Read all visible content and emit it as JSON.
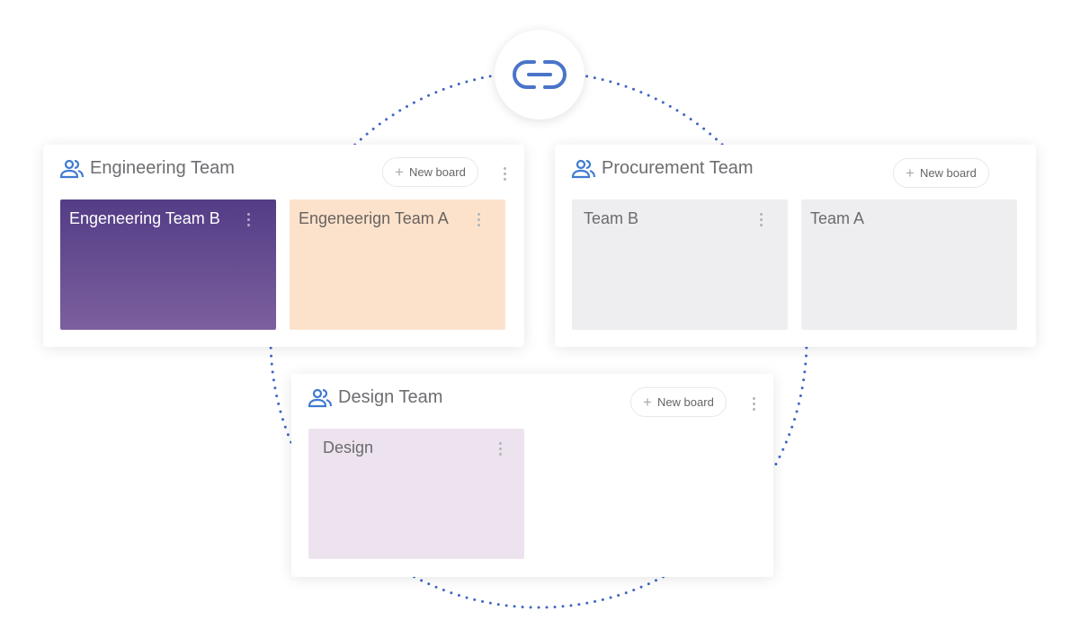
{
  "hub": {
    "icon": "link-icon"
  },
  "teams": [
    {
      "name": "Engineering Team",
      "new_board": "New board",
      "boards": [
        {
          "title": "Engeneering Team B",
          "color": "#5a4189"
        },
        {
          "title": "Engeneerign Team A",
          "color": "#fce2cb"
        }
      ]
    },
    {
      "name": "Procurement Team",
      "new_board": "New board",
      "boards": [
        {
          "title": "Team B",
          "color": "#eeeef0"
        },
        {
          "title": "Team A",
          "color": "#eeeef0"
        }
      ]
    },
    {
      "name": "Design Team",
      "new_board": "New board",
      "boards": [
        {
          "title": "Design",
          "color": "#ede3ef"
        }
      ]
    }
  ],
  "colors": {
    "accent": "#4a74c9",
    "ring": "#3f67c4"
  }
}
